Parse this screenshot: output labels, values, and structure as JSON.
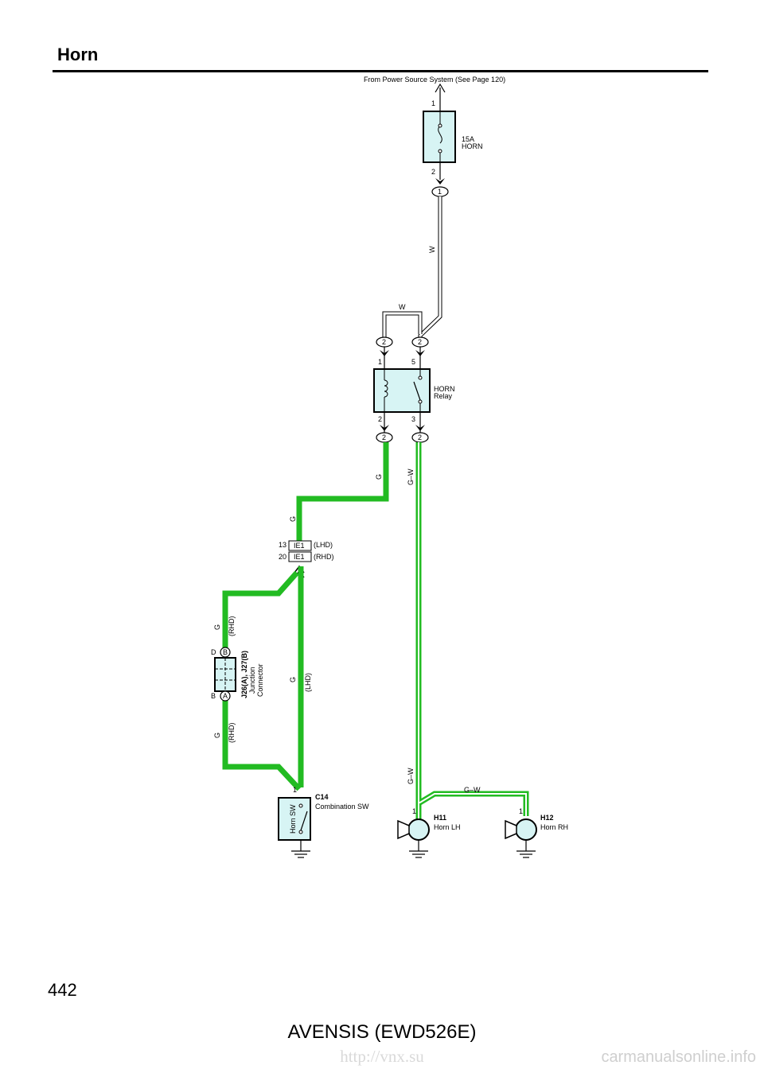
{
  "title": "Horn",
  "page_number": "442",
  "footer": "AVENSIS (EWD526E)",
  "url": "http://vnx.su",
  "watermark": "carmanualsonline.info",
  "labels": {
    "power_source": "From Power Source System (See Page 120)",
    "fuse_pin_in": "1",
    "fuse_pin_out": "2",
    "fuse_amp": "15A",
    "fuse_name": "HORN",
    "conn_1": "1",
    "wire_w": "W",
    "relay_conn": "2",
    "relay_pin_1": "1",
    "relay_pin_5": "5",
    "relay_pin_2": "2",
    "relay_pin_3": "3",
    "relay_name_1": "HORN",
    "relay_name_2": "Relay",
    "wire_g": "G",
    "wire_gw": "G–W",
    "ie1_pin_lhd": "13",
    "ie1_pin_rhd": "20",
    "ie1": "IE1",
    "lhd": "(LHD)",
    "rhd": "(RHD)",
    "jc_pin_d": "D",
    "jc_pin_b": "B",
    "jc_b": "B",
    "jc_a": "A",
    "jc_code": "J26(A), J27(B)",
    "jc_name_1": "Junction",
    "jc_name_2": "Connector",
    "sw_pin": "1",
    "sw_code": "C14",
    "sw_name": "Combination SW",
    "sw_label": "Horn SW",
    "horn_pin": "1",
    "horn_lh_code": "H11",
    "horn_lh_name": "Horn LH",
    "horn_rh_code": "H12",
    "horn_rh_name": "Horn RH"
  },
  "colors": {
    "wire_green": "#22bb22",
    "component_fill": "#d7f4f4"
  }
}
